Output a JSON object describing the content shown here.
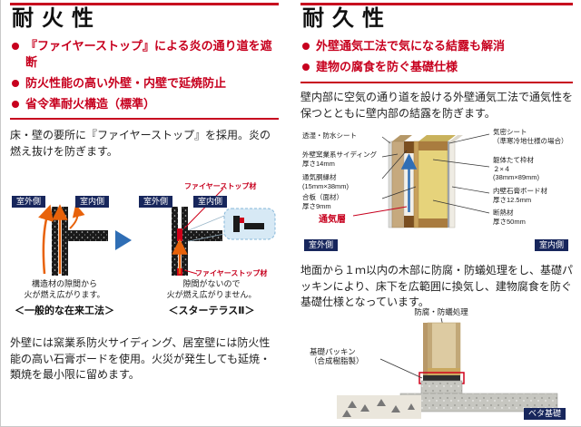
{
  "colors": {
    "accent_red": "#c7001e",
    "navy_badge": "#17265c",
    "flame_orange": "#e8620a",
    "arrow_blue": "#2f6eb5"
  },
  "fire": {
    "title": "耐火性",
    "bullets": [
      {
        "label": "『ファイヤーストップ』による炎の通り道を遮断"
      },
      {
        "label": "防火性能の高い外壁・内壁で延焼防止"
      },
      {
        "label": "省令準耐火構造（標準）"
      }
    ],
    "intro": "床・壁の要所に『ファイヤーストップ』を採用。炎の燃え抜けを防ぎます。",
    "diagram": {
      "left": {
        "outside": "室外側",
        "inside": "室内側",
        "caption": "構造材の隙間から\n火が燃え広がります。",
        "name": "＜一般的な在来工法＞"
      },
      "right": {
        "outside": "室外側",
        "inside": "室内側",
        "firestop_top": "ファイヤーストップ材",
        "firestop_bottom": "ファイヤーストップ材",
        "caption": "隙間がないので\n火が燃え広がりません。",
        "name": "＜スターテラスⅡ＞"
      }
    },
    "outro": "外壁には窯業系防火サイディング、居室壁には防火性能の高い石膏ボードを使用。火災が発生しても延焼・類焼を最小限に留めます。"
  },
  "durability": {
    "title": "耐久性",
    "bullets": [
      {
        "label": "外壁通気工法で気になる結露も解消"
      },
      {
        "label": "建物の腐食を防ぐ基礎仕様"
      }
    ],
    "intro": "壁内部に空気の通り道を設ける外壁通気工法で通気性を保つとともに壁内部の結露を防ぎます。",
    "wall": {
      "labels_left": [
        "透湿・防水シート",
        "外壁窯業系サイディング\n厚さ14mm",
        "通気胴縁材\n(15mm×38mm)",
        "合板（面材）\n厚さ9mm"
      ],
      "labels_right": [
        "気密シート\n（準寒冷地仕様の場合）",
        "躯体たて枠材\n２×４\n(38mm×89mm)",
        "内壁石膏ボード材\n厚さ12.5mm",
        "断熱材\n厚さ50mm"
      ],
      "air_layer": "通気層",
      "outside": "室外側",
      "inside": "室内側"
    },
    "mid": "地面から１ｍ以内の木部に防腐・防蟻処理をし、基礎パッキンにより、床下を広範囲に換気し、建物腐食を防ぐ基礎仕様となっています。",
    "foundation": {
      "treat": "防腐・防蟻処理",
      "packing": "基礎パッキン\n（合成樹脂製）",
      "base": "ベタ基礎"
    }
  }
}
